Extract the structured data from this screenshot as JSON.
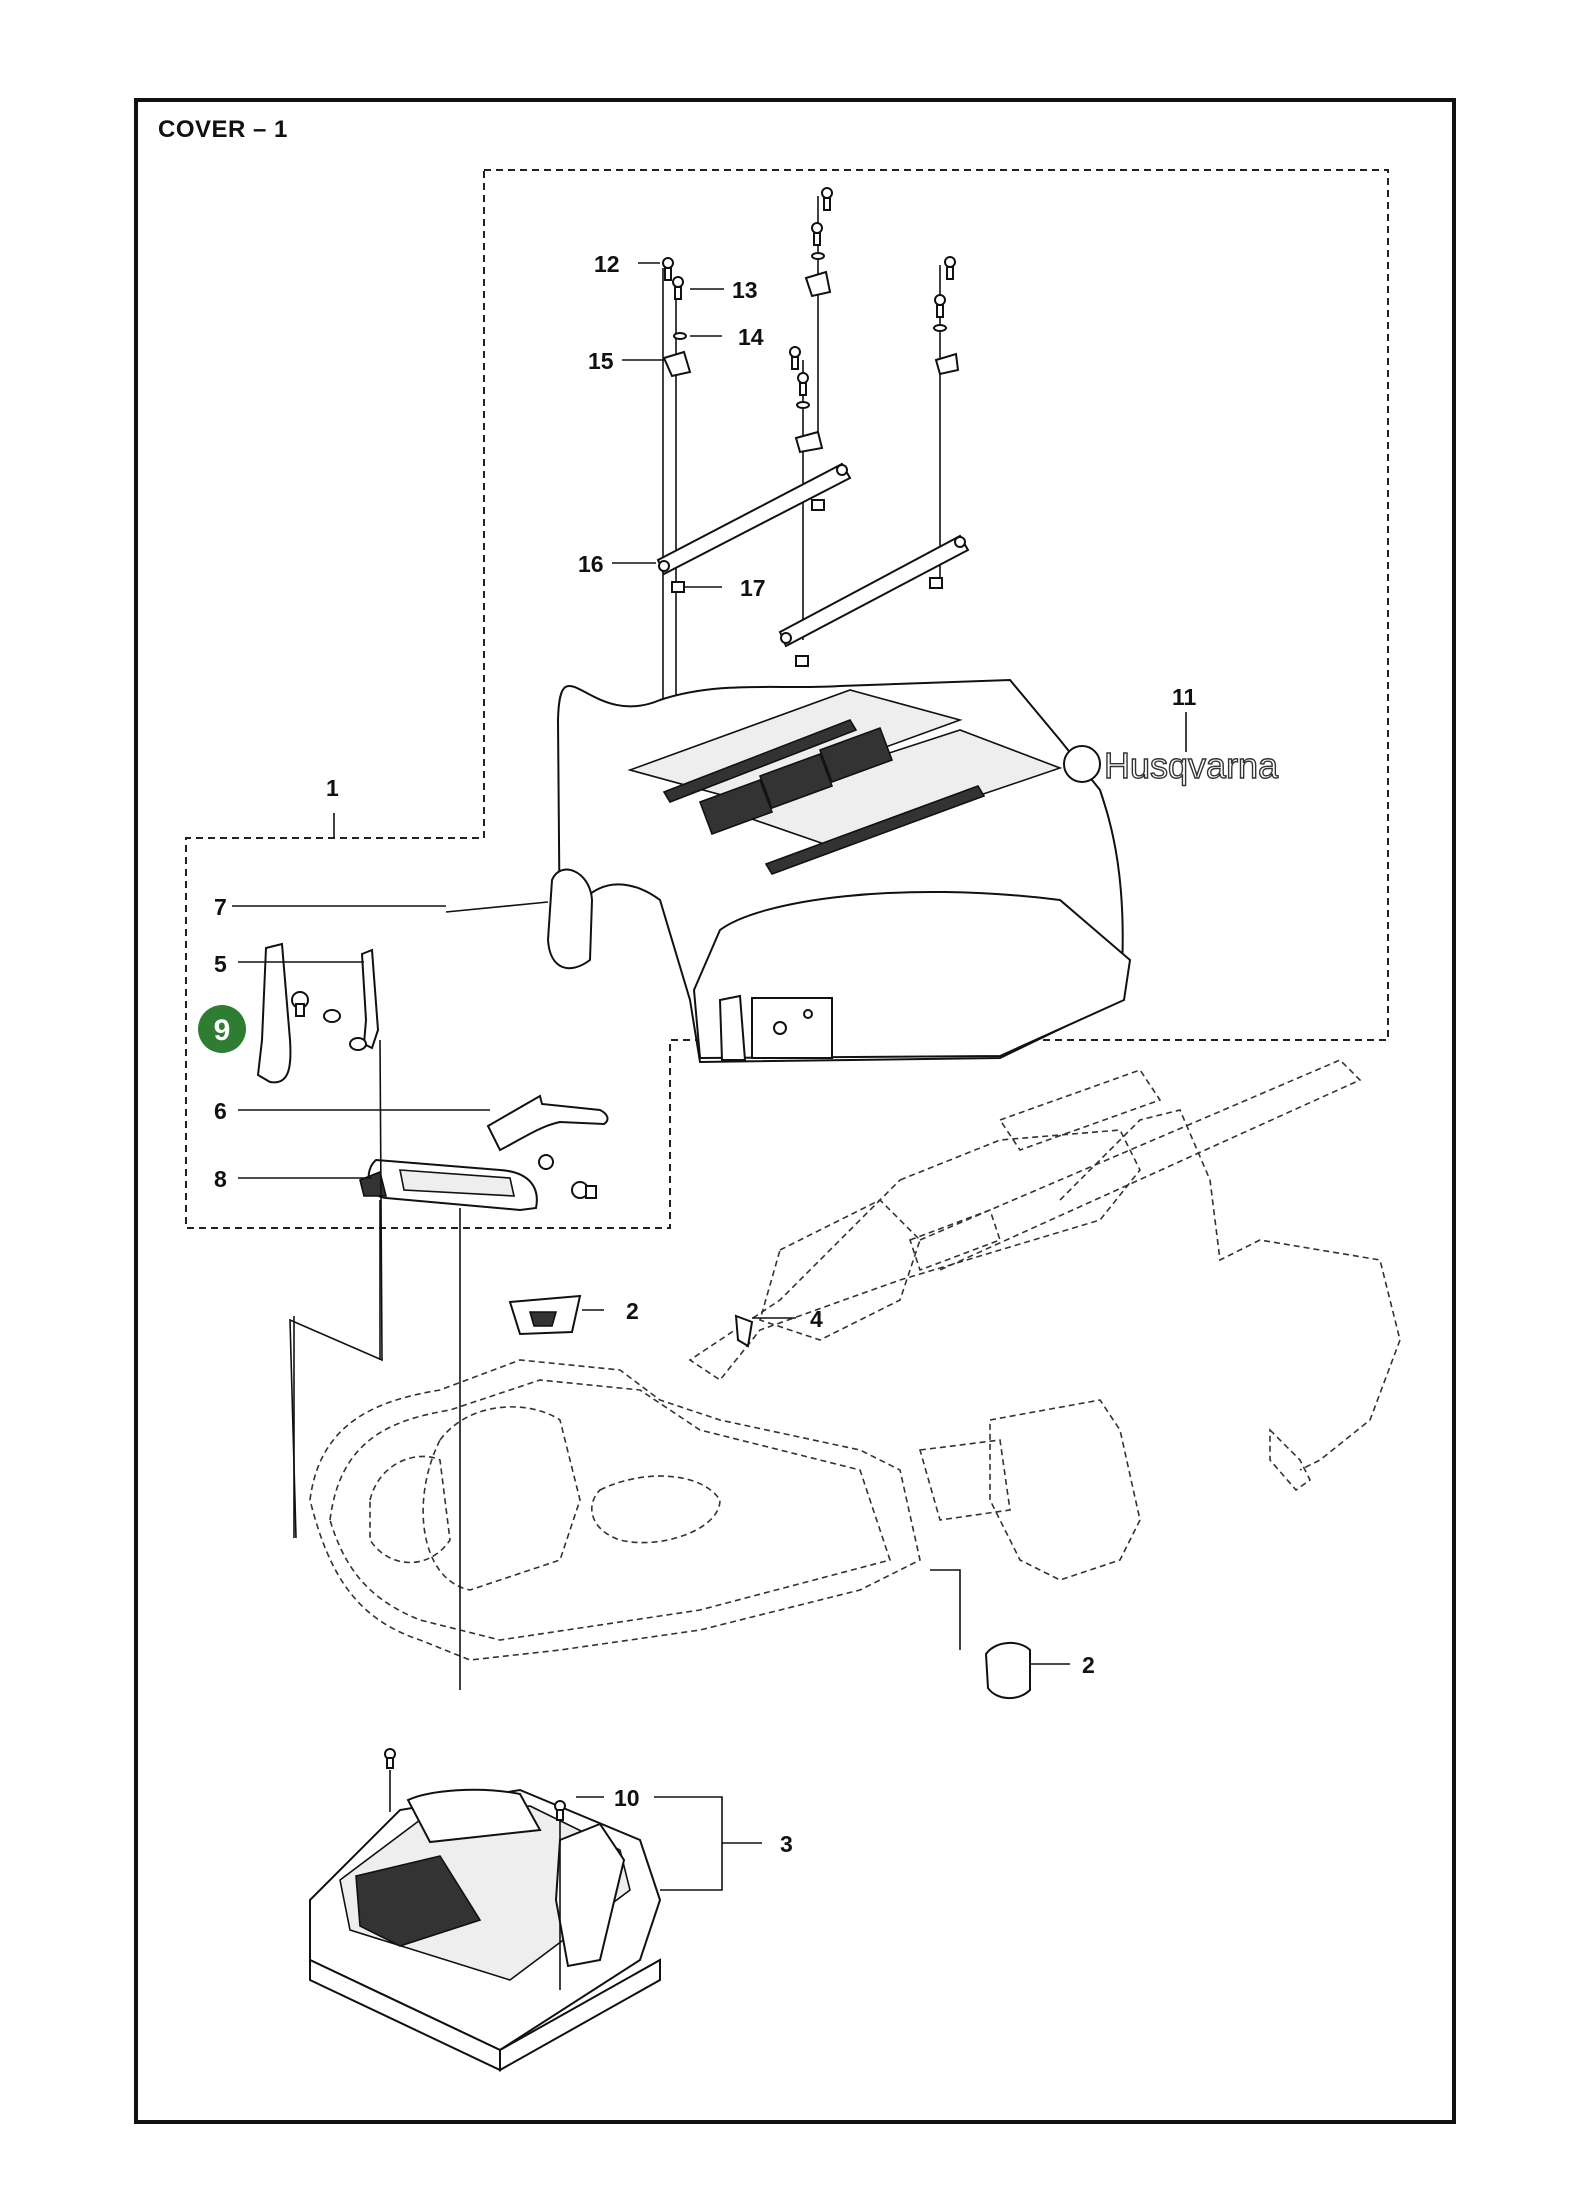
{
  "title": "COVER – 1",
  "brand_logo_text": "Husqvarna",
  "highlight": {
    "label": "9",
    "color": "#2e7d32"
  },
  "callouts": {
    "c1": "1",
    "c2a": "2",
    "c2b": "2",
    "c3": "3",
    "c4": "4",
    "c5": "5",
    "c6": "6",
    "c7": "7",
    "c8": "8",
    "c10": "10",
    "c11": "11",
    "c12": "12",
    "c13": "13",
    "c14": "14",
    "c15": "15",
    "c16": "16",
    "c17": "17"
  }
}
